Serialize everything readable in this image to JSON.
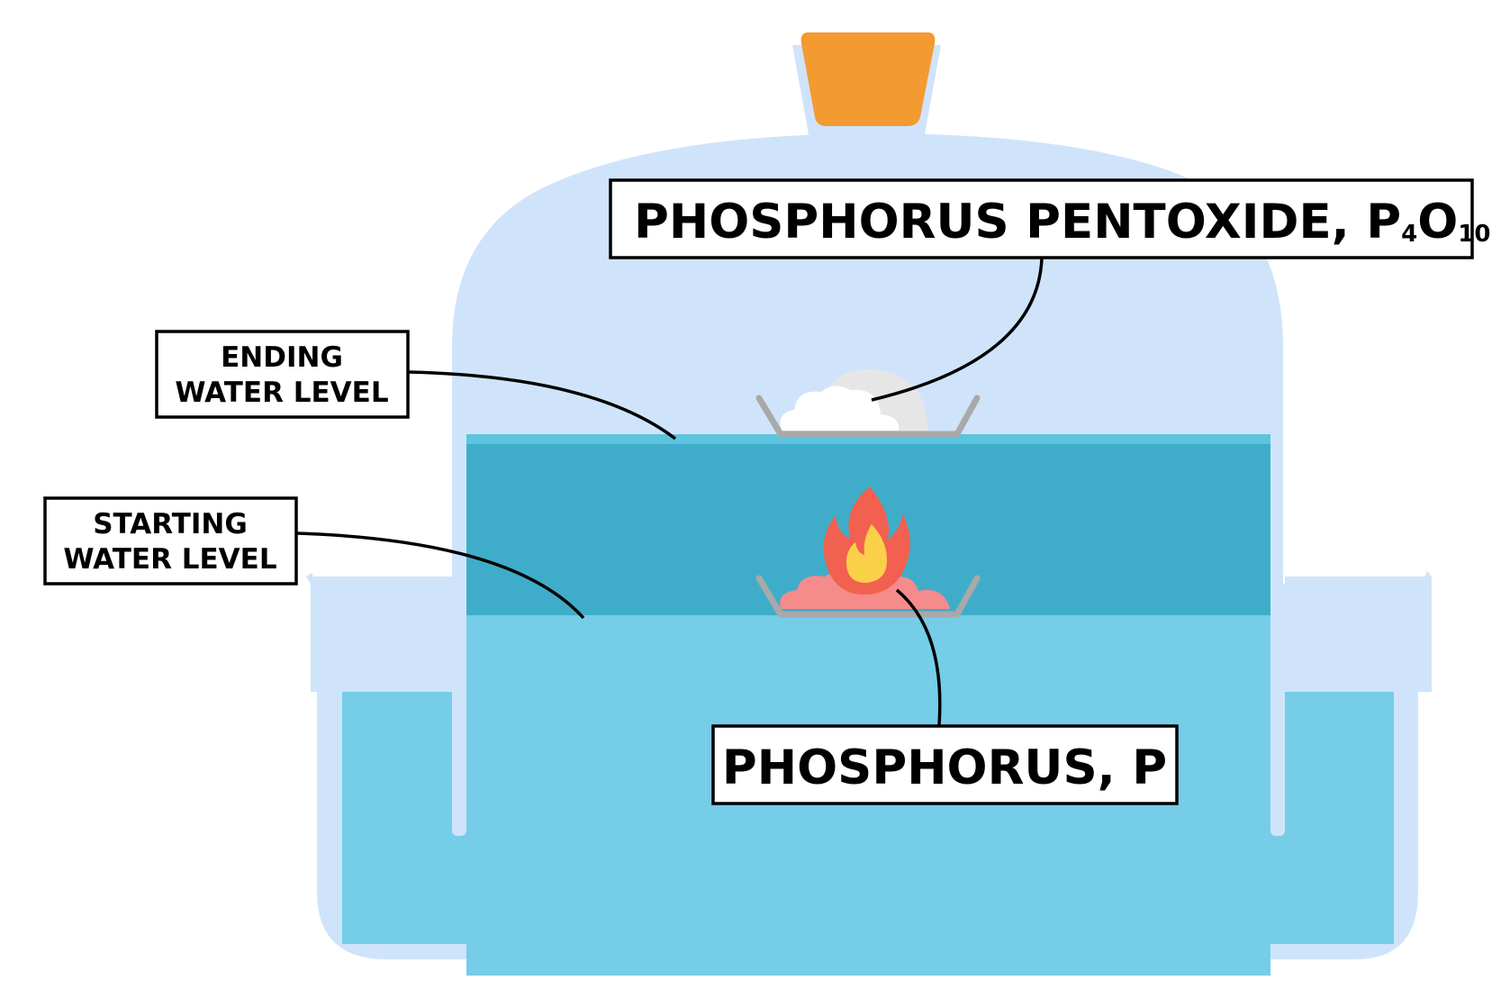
{
  "labels": {
    "p4o10": {
      "main": "PHOSPHORUS PENTOXIDE, P",
      "sub1": "4",
      "mid": "O",
      "sub2": "10"
    },
    "ending": {
      "line1": "ENDING",
      "line2": "WATER LEVEL"
    },
    "starting": {
      "line1": "STARTING",
      "line2": "WATER LEVEL"
    },
    "phosphorus": "PHOSPHORUS, P"
  },
  "colors": {
    "glass": "#cfe4fb",
    "water_light": "#75cde8",
    "water_dark": "#3fadc9",
    "water_surface": "#5cc4de",
    "stopper": "#f39a30",
    "dish": "#a9a9a9",
    "smoke_white": "#ffffff",
    "smoke_grey": "#e6e6e6",
    "phosphorus_pink": "#f68b8b",
    "flame_outer": "#f2604f",
    "flame_inner": "#fbd049",
    "leader": "#000000"
  }
}
